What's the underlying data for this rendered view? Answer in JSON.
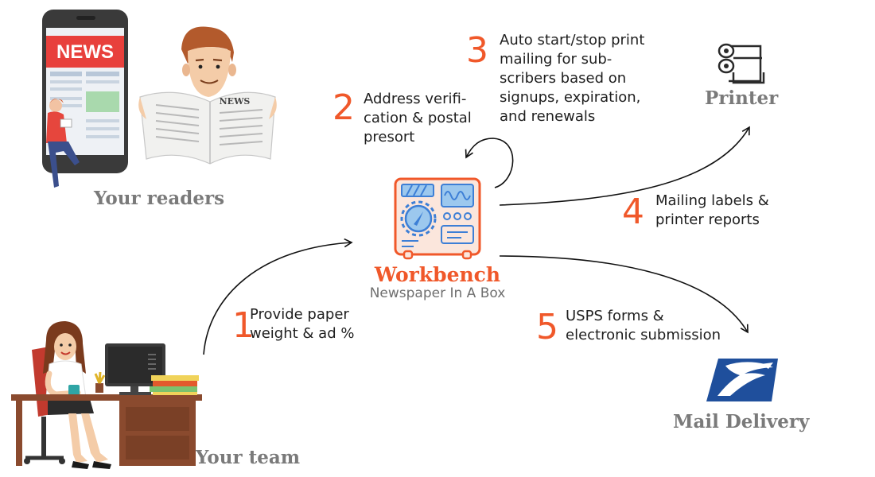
{
  "phone": {
    "headline": "NEWS"
  },
  "newspaper": {
    "masthead": "NEWS"
  },
  "nodes": {
    "readers": "Your readers",
    "team": "Your team",
    "workbench_title": "Workbench",
    "workbench_subtitle": "Newspaper In A Box",
    "printer": "Printer",
    "mail": "Mail Delivery"
  },
  "steps": [
    {
      "num": "1",
      "text": "Provide paper\nweight & ad %"
    },
    {
      "num": "2",
      "text": "Address verifi-\ncation & postal\npresort"
    },
    {
      "num": "3",
      "text": "Auto start/stop print\nmailing for sub-\nscribers based on\nsignups, expiration,\nand renewals"
    },
    {
      "num": "4",
      "text": "Mailing labels &\nprinter reports"
    },
    {
      "num": "5",
      "text": "USPS forms &\nelectronic submission"
    }
  ],
  "colors": {
    "accent": "#f0582a",
    "heading_gray": "#7a7a7a",
    "news_red": "#e8403c",
    "usps_blue": "#1f4f9c"
  }
}
